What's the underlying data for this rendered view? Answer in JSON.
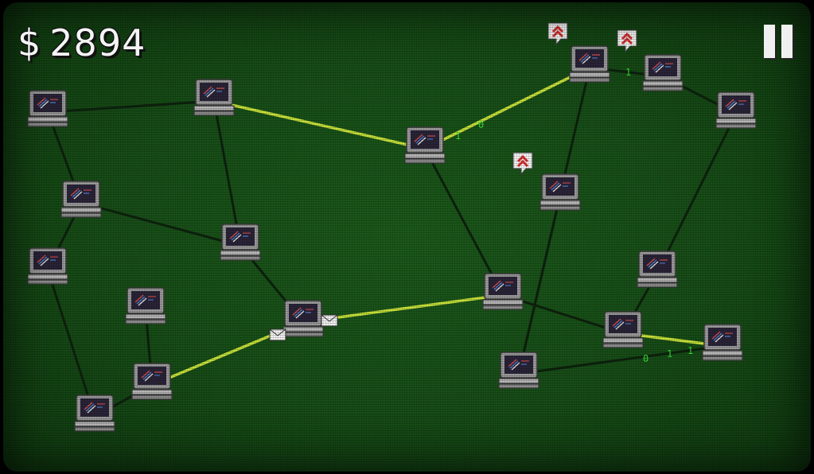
{
  "hud": {
    "currency_symbol": "$",
    "money": "2894"
  },
  "colors": {
    "background": "#174d17",
    "link": "#0d220d",
    "active_link": "#c8e23a",
    "binary": "#38e038",
    "alert": "#d83030"
  },
  "icons": {
    "computer": "computer-icon",
    "mail": "mail-icon",
    "alert": "alert-bubble-icon",
    "pause": "pause-icon"
  },
  "binary_text": [
    "1",
    "0",
    "1",
    "1",
    "0",
    "1"
  ]
}
